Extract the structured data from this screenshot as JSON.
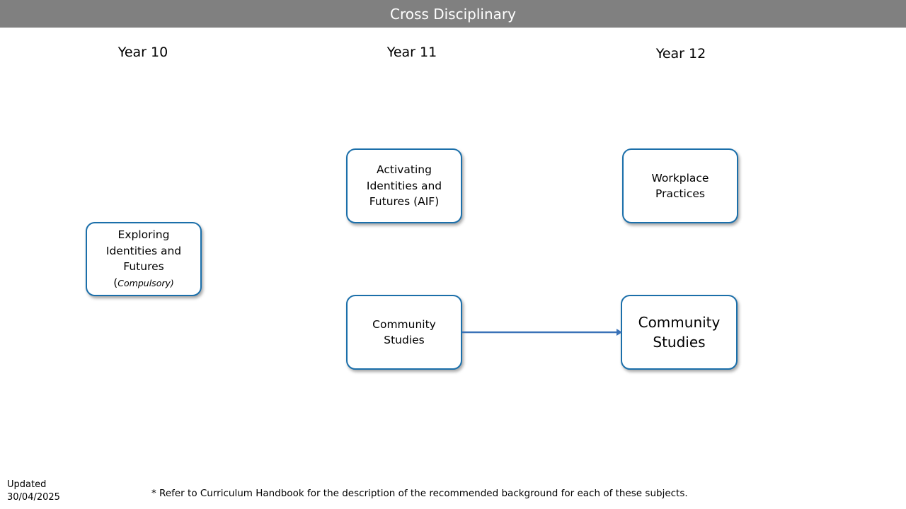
{
  "header": {
    "title": "Cross Disciplinary"
  },
  "columns": {
    "year10": "Year 10",
    "year11": "Year 11",
    "year12": "Year 12"
  },
  "nodes": {
    "exploring": {
      "line1": "Exploring Identities and Futures",
      "paren_open": "(",
      "note": "Compulsory)"
    },
    "aif": {
      "label": "Activating Identities and Futures (AIF)"
    },
    "workplace": {
      "label": "Workplace Practices"
    },
    "community11": {
      "label": "Community Studies"
    },
    "community12": {
      "label": "Community Studies"
    }
  },
  "edges": [
    {
      "from": "Community Studies (Year 11)",
      "to": "Community Studies (Year 12)"
    }
  ],
  "colors": {
    "header_bg": "#808080",
    "box_border": "#1b6faa",
    "arrow": "#3a72b8"
  },
  "footer": {
    "updated_label": "Updated",
    "updated_date": "30/04/2025",
    "note": "* Refer to Curriculum Handbook for the description of the recommended  background for each of these subjects."
  }
}
